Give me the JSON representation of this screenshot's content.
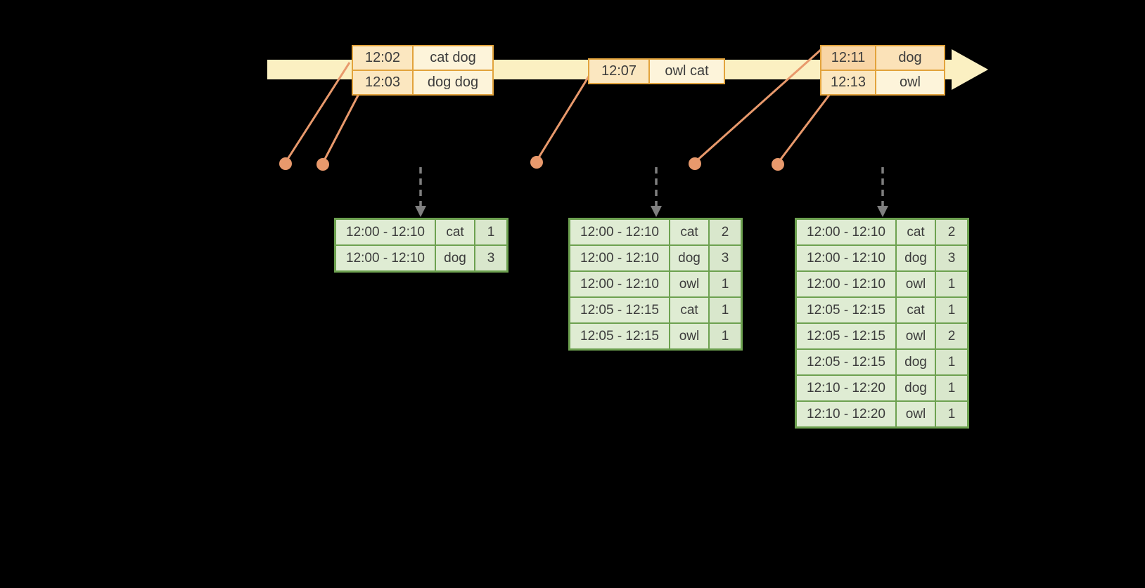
{
  "colors": {
    "background": "#000000",
    "timeline_fill": "#fbf0c2",
    "event_table_border": "#e2a33c",
    "event_time_cell_fill": "#fbe7c0",
    "event_word_cell_fill": "#fdf4da",
    "event_highlight_fill": "#f8d5a6",
    "connector_line": "#e8996c",
    "event_dot": "#e8996c",
    "trigger_arrow": "#7f7f7f",
    "result_table_border": "#6da150",
    "result_cell_fill": "#dfecd3",
    "text": "#3c3c3c"
  },
  "event_tables": [
    {
      "rows": [
        {
          "time": "12:02",
          "words": "cat dog"
        },
        {
          "time": "12:03",
          "words": "dog dog"
        }
      ]
    },
    {
      "rows": [
        {
          "time": "12:07",
          "words": "owl cat"
        }
      ]
    },
    {
      "rows": [
        {
          "time": "12:11",
          "words": "dog"
        },
        {
          "time": "12:13",
          "words": "owl"
        }
      ]
    }
  ],
  "result_tables": [
    {
      "rows": [
        {
          "window": "12:00 - 12:10",
          "word": "cat",
          "count": "1"
        },
        {
          "window": "12:00 - 12:10",
          "word": "dog",
          "count": "3"
        }
      ]
    },
    {
      "rows": [
        {
          "window": "12:00 - 12:10",
          "word": "cat",
          "count": "2"
        },
        {
          "window": "12:00 - 12:10",
          "word": "dog",
          "count": "3"
        },
        {
          "window": "12:00 - 12:10",
          "word": "owl",
          "count": "1"
        },
        {
          "window": "12:05 - 12:15",
          "word": "cat",
          "count": "1"
        },
        {
          "window": "12:05 - 12:15",
          "word": "owl",
          "count": "1"
        }
      ]
    },
    {
      "rows": [
        {
          "window": "12:00 - 12:10",
          "word": "cat",
          "count": "2"
        },
        {
          "window": "12:00 - 12:10",
          "word": "dog",
          "count": "3"
        },
        {
          "window": "12:00 - 12:10",
          "word": "owl",
          "count": "1"
        },
        {
          "window": "12:05 - 12:15",
          "word": "cat",
          "count": "1"
        },
        {
          "window": "12:05 - 12:15",
          "word": "owl",
          "count": "2"
        },
        {
          "window": "12:05 - 12:15",
          "word": "dog",
          "count": "1"
        },
        {
          "window": "12:10 - 12:20",
          "word": "dog",
          "count": "1"
        },
        {
          "window": "12:10 - 12:20",
          "word": "owl",
          "count": "1"
        }
      ]
    }
  ]
}
